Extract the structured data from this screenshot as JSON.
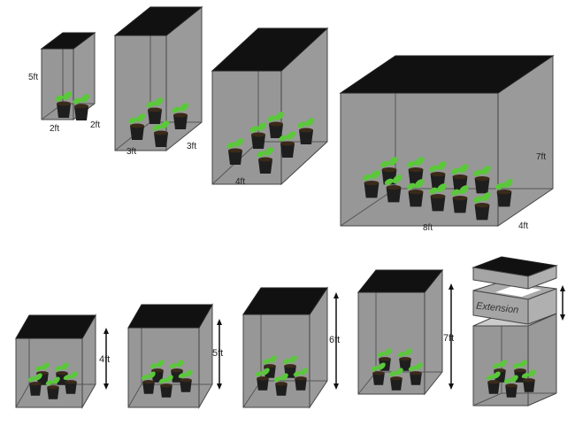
{
  "top_row": [
    {
      "height": "5ft",
      "width": "2ft",
      "depth": "2ft"
    },
    {
      "width": "3ft",
      "depth": "3ft"
    },
    {
      "width": "4ft"
    },
    {
      "height": "7ft",
      "width": "8ft",
      "depth": "4ft"
    }
  ],
  "bottom_row": [
    {
      "height": "4ft"
    },
    {
      "height": "5ft"
    },
    {
      "height": "6ft"
    },
    {
      "height": "7ft"
    },
    {
      "extension_label": "Extension"
    }
  ],
  "colors": {
    "tent_face": "#8c8c8c",
    "tent_side": "#9a9a9a",
    "tent_top": "#111111",
    "pot": "#1e1e1e",
    "leaf": "#5ac83a"
  }
}
